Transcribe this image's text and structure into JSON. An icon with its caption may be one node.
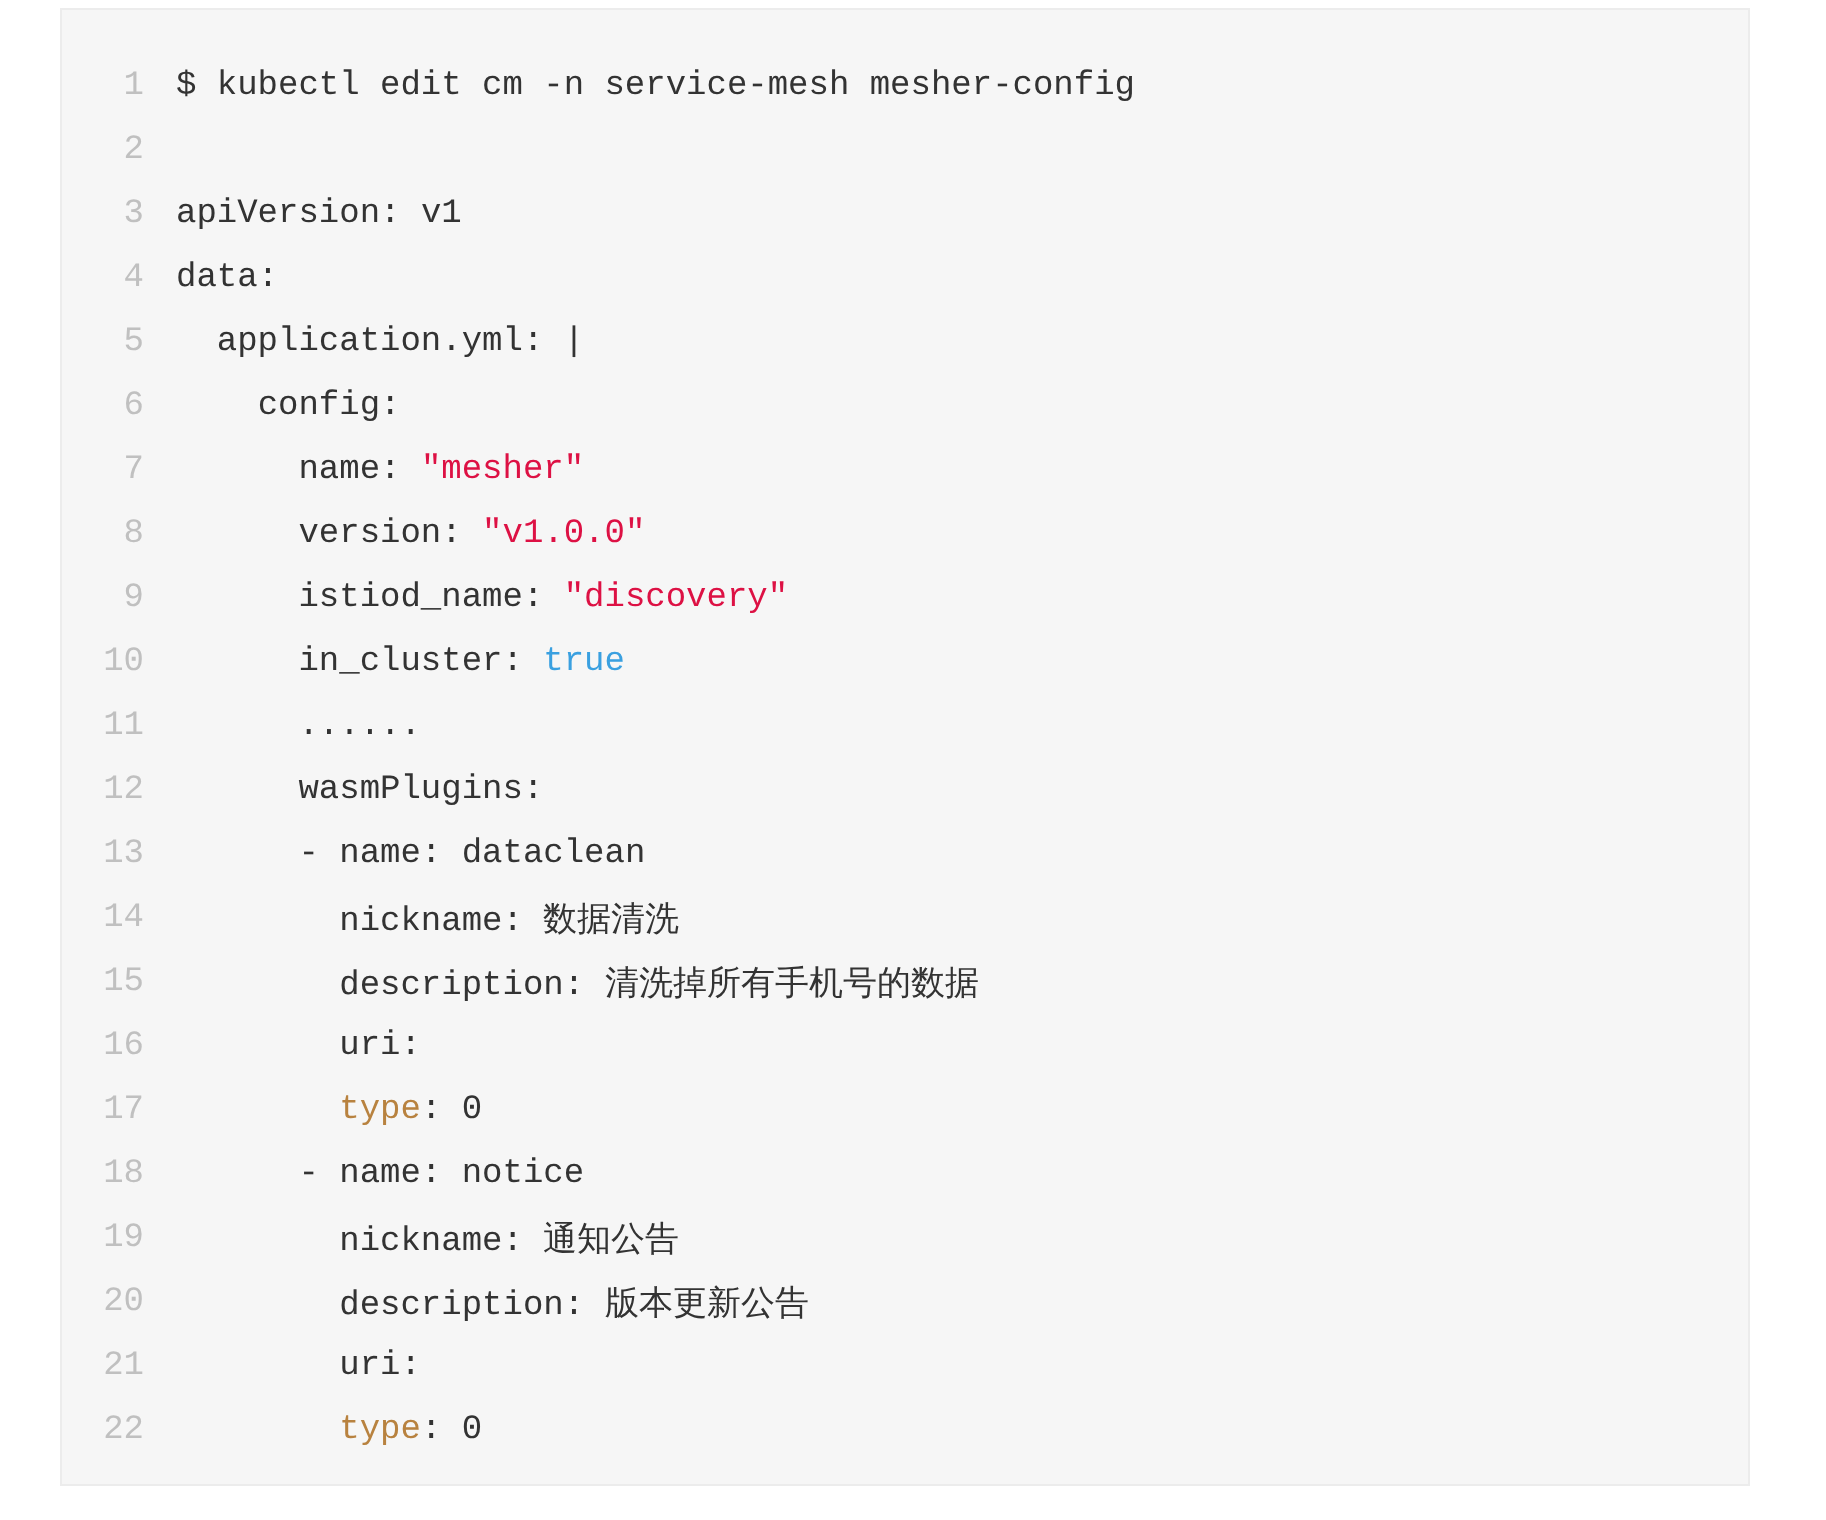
{
  "diagram": {
    "labels": [
      "1",
      "$ kubectl edit cm -n service-mesh mesher-config",
      "2",
      "3",
      "apiVersion: v1",
      "4",
      "data:",
      "5",
      "  application.yml: |",
      "6",
      "    config:",
      "7",
      "      name: \"mesher\"",
      "8",
      "      version: \"v1.0.0\"",
      "9",
      "      istiod_name: \"discovery\"",
      "10",
      "      in_cluster: true",
      "11",
      "      ......",
      "12",
      "      wasmPlugins:",
      "13",
      "      - name: dataclean",
      "14",
      "        nickname: 数据清洗",
      "15",
      "        description: 清洗掉所有手机号的数据",
      "16",
      "        uri:",
      "17",
      "        type: 0",
      "18",
      "      - name: notice",
      "19",
      "        nickname: 通知公告",
      "20",
      "        description: 版本更新公告",
      "21",
      "        uri:",
      "22",
      "        type: 0"
    ]
  }
}
